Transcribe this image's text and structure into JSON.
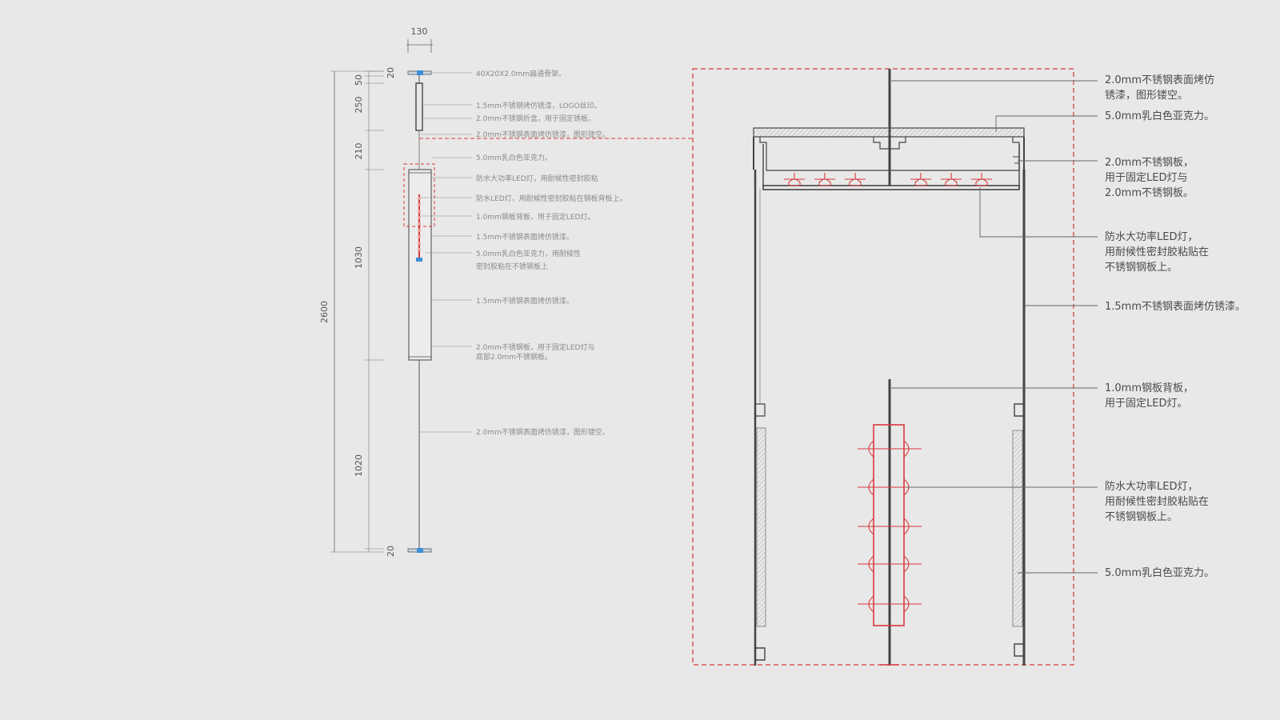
{
  "colors": {
    "background": "#e8e8e8",
    "line": "#444444",
    "leader": "#666666",
    "red": "#d9383a",
    "blue": "#3b8fd6"
  },
  "small": {
    "dim_width": "130",
    "dim_total": "2600",
    "segments": [
      "20",
      "50",
      "250",
      "210",
      "1030",
      "1020",
      "20"
    ],
    "labels": [
      "40X20X2.0mm扁通骨架。",
      "1.5mm不锈钢烤仿锈漆，LOGO丝印。",
      "2.0mm不锈钢折盒，用于固定锈板。",
      "2.0mm不锈钢表面烤仿锈漆，图形镂空。",
      "5.0mm乳白色亚克力。",
      "防水大功率LED灯，用耐候性密封胶粘",
      "防水LED灯，用耐候性密封胶粘在钢板背板上。",
      "1.0mm钢板背板，用于固定LED灯。",
      "1.5mm不锈钢表面烤仿锈漆。",
      "5.0mm乳白色亚克力，用耐候性",
      "密封胶粘在不锈钢板上",
      "1.5mm不锈钢表面烤仿锈漆。",
      "2.0mm不锈钢板，用于固定LED灯与",
      "底部2.0mm不锈钢板。",
      "2.0mm不锈钢表面烤仿锈漆，图形镂空。"
    ]
  },
  "large": {
    "labels": [
      {
        "lines": [
          "2.0mm不锈钢表面烤仿",
          "锈漆，图形镂空。"
        ]
      },
      {
        "lines": [
          "5.0mm乳白色亚克力。"
        ]
      },
      {
        "lines": [
          "2.0mm不锈钢板，",
          "用于固定LED灯与",
          "2.0mm不锈钢板。"
        ]
      },
      {
        "lines": [
          "防水大功率LED灯，",
          "用耐候性密封胶粘贴在",
          "不锈钢钢板上。"
        ]
      },
      {
        "lines": [
          "1.5mm不锈钢表面烤仿锈漆。"
        ]
      },
      {
        "lines": [
          "1.0mm钢板背板，",
          "用于固定LED灯。"
        ]
      },
      {
        "lines": [
          "防水大功率LED灯，",
          "用耐候性密封胶粘贴在",
          "不锈钢钢板上。"
        ]
      },
      {
        "lines": [
          "5.0mm乳白色亚克力。"
        ]
      }
    ]
  }
}
